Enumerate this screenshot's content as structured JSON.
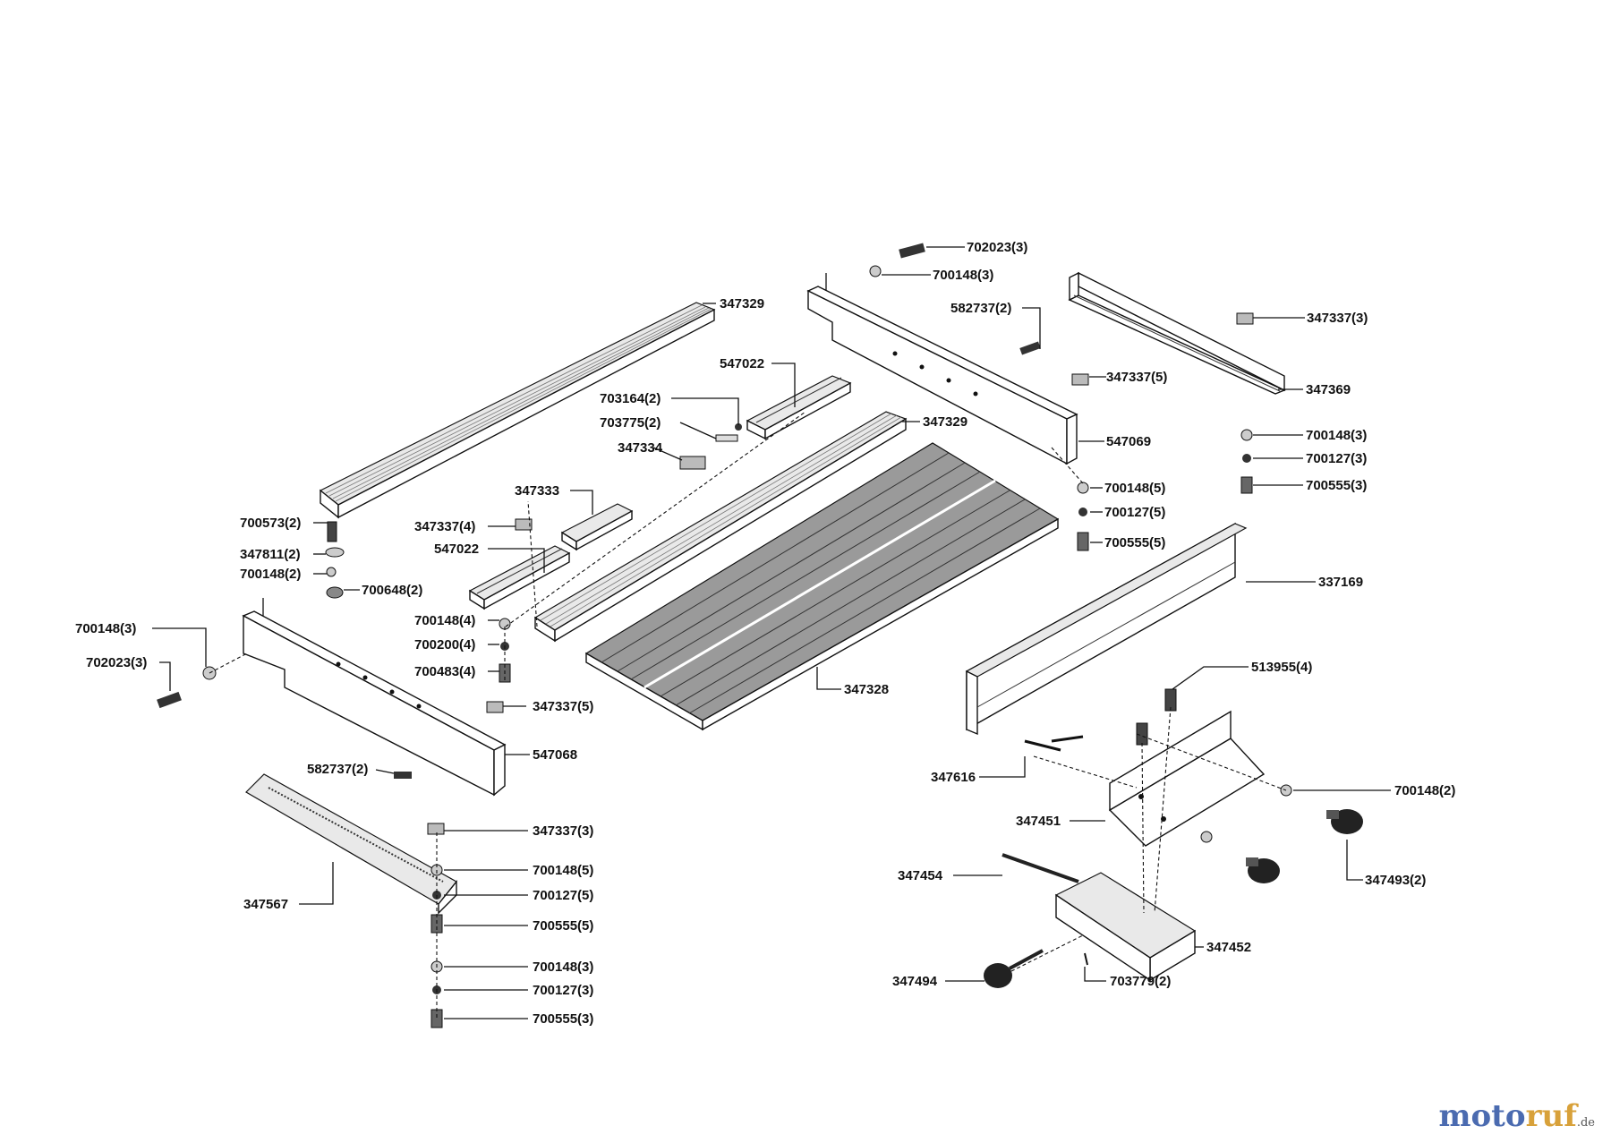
{
  "watermark": {
    "prefix": "moto",
    "suffix": "ruf",
    "domain": ".de"
  },
  "labels": {
    "l_702023_3_top": "702023(3)",
    "l_700148_3_top": "700148(3)",
    "l_582737_2_top": "582737(2)",
    "l_347337_3_top": "347337(3)",
    "l_347329_top": "347329",
    "l_547022_top": "547022",
    "l_703164_2": "703164(2)",
    "l_703775_2": "703775(2)",
    "l_347334": "347334",
    "l_347329_mid": "347329",
    "l_347337_5_top": "347337(5)",
    "l_347369": "347369",
    "l_547069": "547069",
    "l_700148_3_right": "700148(3)",
    "l_700127_3_right": "700127(3)",
    "l_700555_3_right": "700555(3)",
    "l_700148_5_mid": "700148(5)",
    "l_700127_5_mid": "700127(5)",
    "l_700555_5_mid": "700555(5)",
    "l_347333": "347333",
    "l_347337_4": "347337(4)",
    "l_547022_left": "547022",
    "l_700573_2": "700573(2)",
    "l_347811_2": "347811(2)",
    "l_700148_2_left": "700148(2)",
    "l_700648_2": "700648(2)",
    "l_337169": "337169",
    "l_700148_3_left": "700148(3)",
    "l_702023_3_left": "702023(3)",
    "l_700148_4": "700148(4)",
    "l_700200_4": "700200(4)",
    "l_700483_4": "700483(4)",
    "l_347328": "347328",
    "l_513955_4": "513955(4)",
    "l_347337_5_low": "347337(5)",
    "l_547068": "547068",
    "l_582737_2_low": "582737(2)",
    "l_347616": "347616",
    "l_700148_2_right": "700148(2)",
    "l_347451": "347451",
    "l_347337_3_low": "347337(3)",
    "l_347567": "347567",
    "l_700148_5_low": "700148(5)",
    "l_700127_5_low": "700127(5)",
    "l_700555_5_low": "700555(5)",
    "l_347454": "347454",
    "l_347493_2": "347493(2)",
    "l_347452": "347452",
    "l_700148_3_bot": "700148(3)",
    "l_700127_3_bot": "700127(3)",
    "l_700555_3_bot": "700555(3)",
    "l_347494": "347494",
    "l_703779_2": "703779(2)"
  }
}
